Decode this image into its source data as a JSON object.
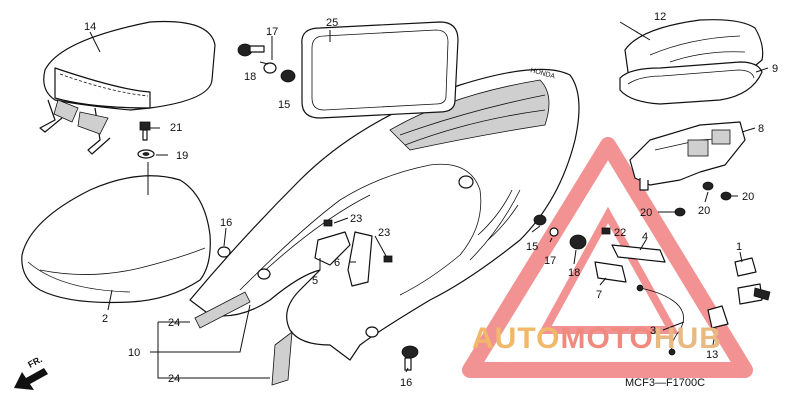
{
  "diagram": {
    "labels": {
      "p1": "1",
      "p2": "2",
      "p3": "3",
      "p4": "4",
      "p5": "5",
      "p6": "6",
      "p7": "7",
      "p8": "8",
      "p9": "9",
      "p10": "10",
      "p12": "12",
      "p13": "13",
      "p14": "14",
      "p15a": "15",
      "p15b": "15",
      "p16a": "16",
      "p16b": "16",
      "p17a": "17",
      "p17b": "17",
      "p18a": "18",
      "p18b": "18",
      "p19": "19",
      "p20a": "20",
      "p20b": "20",
      "p20c": "20",
      "p21": "21",
      "p22": "22",
      "p23a": "23",
      "p23b": "23",
      "p24a": "24",
      "p24b": "24",
      "p25": "25"
    },
    "diagram_code": "MCF3—F1700C",
    "direction_label": "FR.",
    "watermark": {
      "part1": "AUTO",
      "part2": "MOTO",
      "part3": "HUB",
      "part1_color": "#f2b86a",
      "part2_color": "#f08a7e",
      "part3_color": "#e8b980"
    },
    "warning_triangle_color": "#f08080"
  }
}
